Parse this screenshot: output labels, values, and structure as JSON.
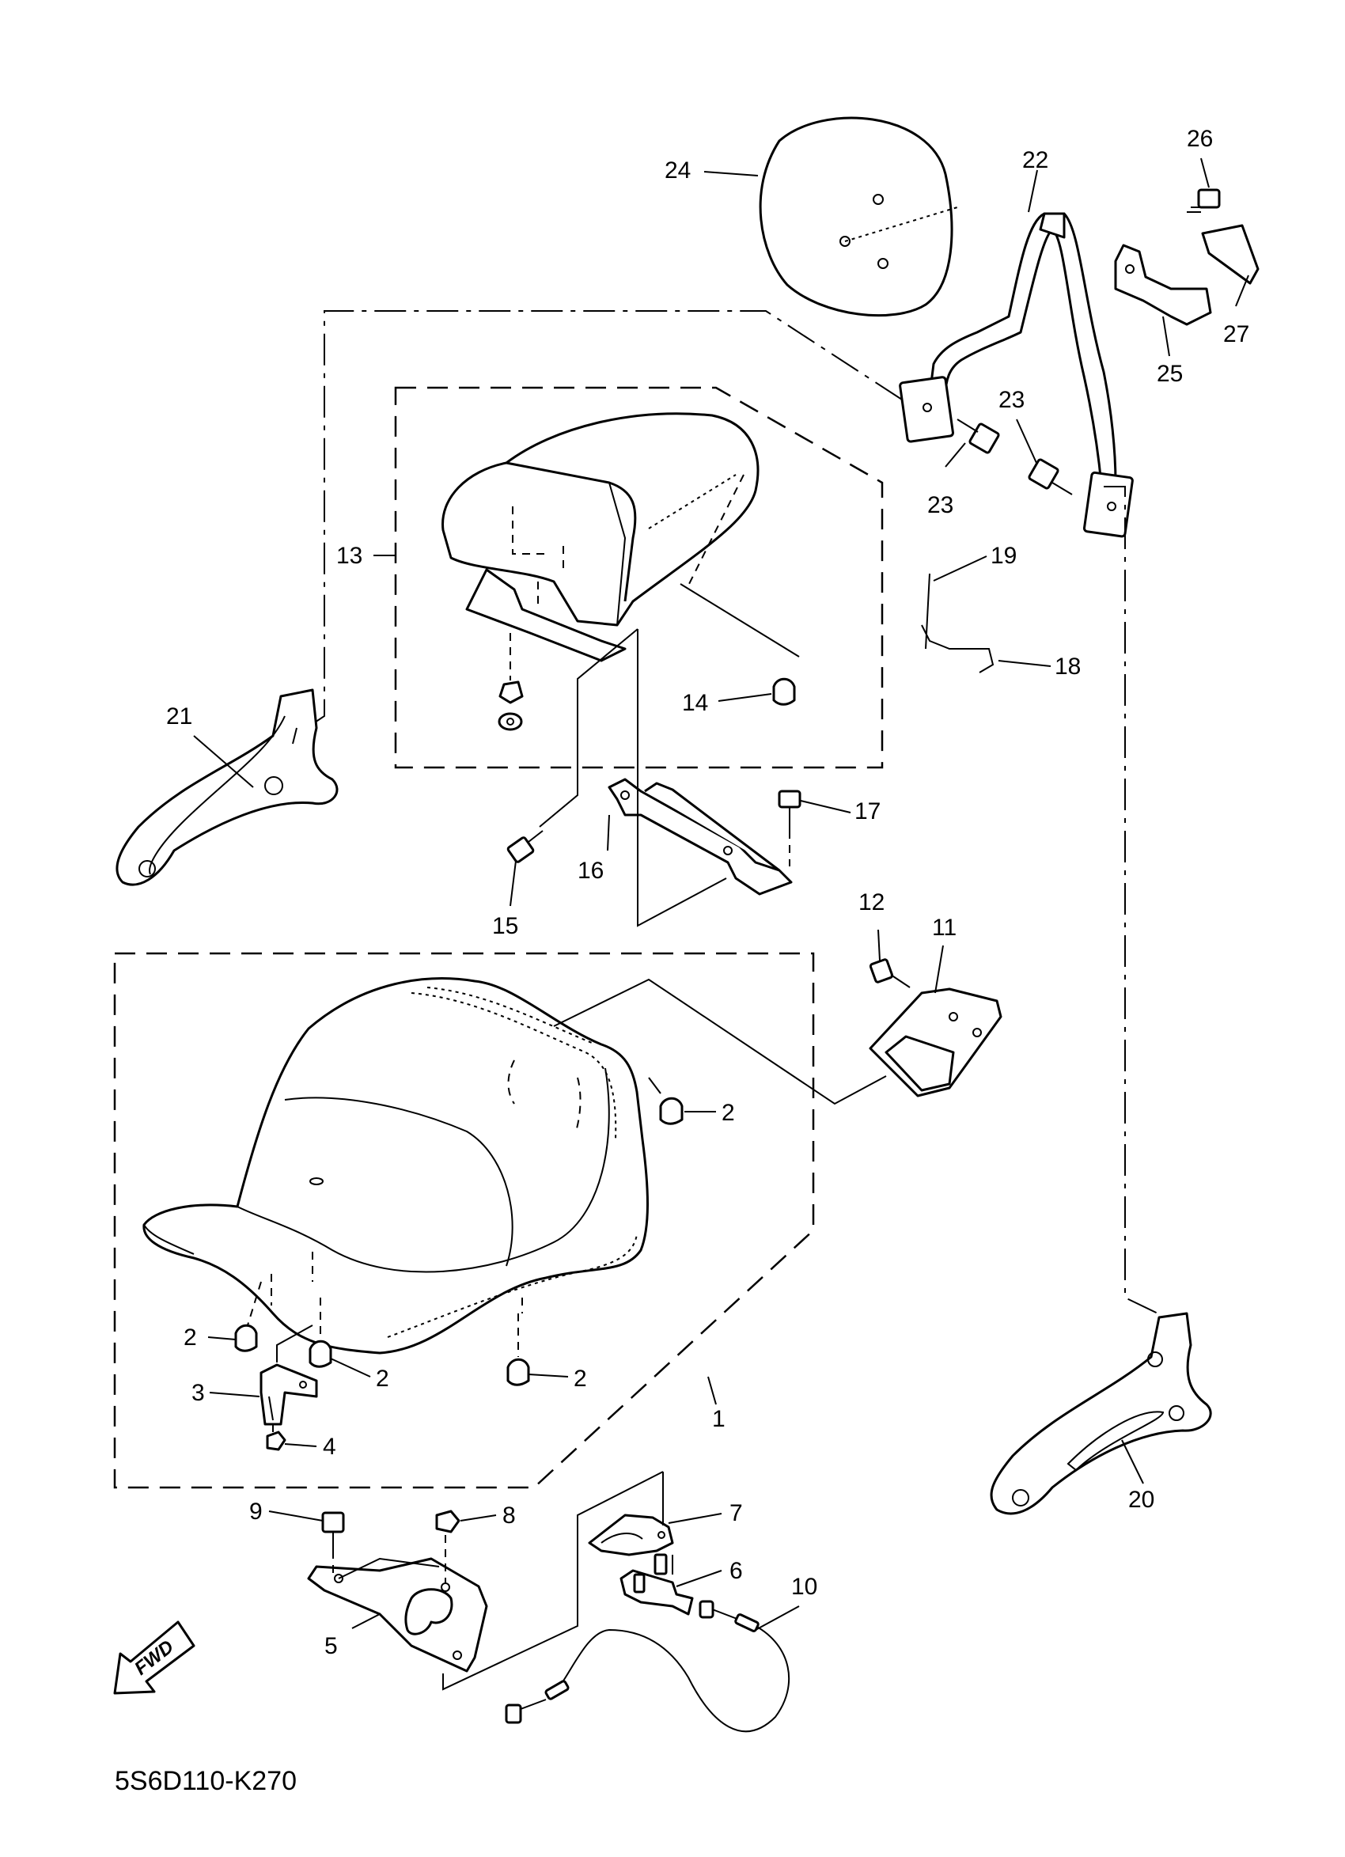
{
  "diagram_code": "5S6D110-K270",
  "fwd_label": "FWD",
  "callouts": [
    {
      "id": "c24",
      "text": "24"
    },
    {
      "id": "c22",
      "text": "22"
    },
    {
      "id": "c26",
      "text": "26"
    },
    {
      "id": "c27",
      "text": "27"
    },
    {
      "id": "c25",
      "text": "25"
    },
    {
      "id": "c23a",
      "text": "23"
    },
    {
      "id": "c23b",
      "text": "23"
    },
    {
      "id": "c13",
      "text": "13"
    },
    {
      "id": "c14",
      "text": "14"
    },
    {
      "id": "c19",
      "text": "19"
    },
    {
      "id": "c18",
      "text": "18"
    },
    {
      "id": "c21",
      "text": "21"
    },
    {
      "id": "c17",
      "text": "17"
    },
    {
      "id": "c16",
      "text": "16"
    },
    {
      "id": "c15",
      "text": "15"
    },
    {
      "id": "c12",
      "text": "12"
    },
    {
      "id": "c11",
      "text": "11"
    },
    {
      "id": "c2a",
      "text": "2"
    },
    {
      "id": "c2b",
      "text": "2"
    },
    {
      "id": "c2c",
      "text": "2"
    },
    {
      "id": "c2d",
      "text": "2"
    },
    {
      "id": "c3",
      "text": "3"
    },
    {
      "id": "c4",
      "text": "4"
    },
    {
      "id": "c1",
      "text": "1"
    },
    {
      "id": "c20",
      "text": "20"
    },
    {
      "id": "c9",
      "text": "9"
    },
    {
      "id": "c8",
      "text": "8"
    },
    {
      "id": "c7",
      "text": "7"
    },
    {
      "id": "c6",
      "text": "6"
    },
    {
      "id": "c10",
      "text": "10"
    },
    {
      "id": "c5",
      "text": "5"
    }
  ]
}
